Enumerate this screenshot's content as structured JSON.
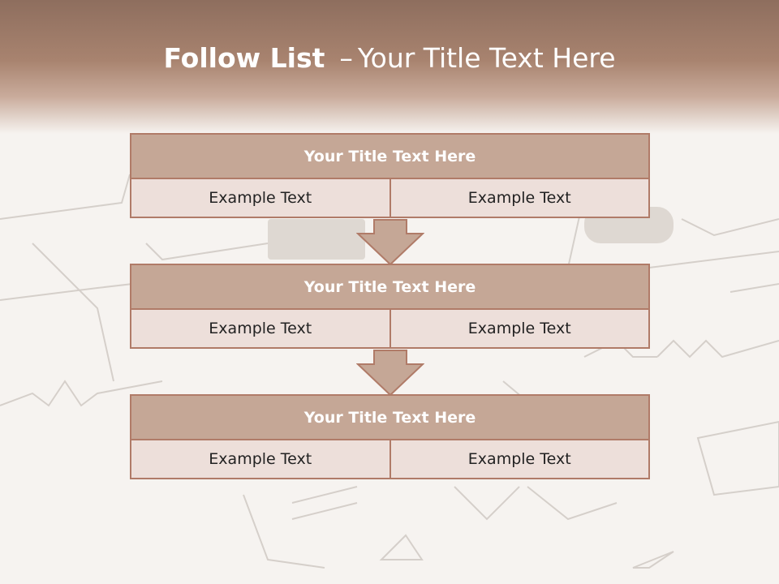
{
  "slide": {
    "title_bold": "Follow List",
    "title_separator": "–",
    "title_rest": "Your Title Text Here"
  },
  "blocks": [
    {
      "title": "Your Title Text Here",
      "left": "Example Text",
      "right": "Example Text"
    },
    {
      "title": "Your Title Text Here",
      "left": "Example Text",
      "right": "Example Text"
    },
    {
      "title": "Your Title Text Here",
      "left": "Example Text",
      "right": "Example Text"
    }
  ],
  "colors": {
    "header_brown": "#a8836f",
    "block_title_fill": "#c5a796",
    "block_cell_fill": "#eddfda",
    "border": "#b07b68"
  },
  "icons": [
    "down-arrow-icon"
  ]
}
